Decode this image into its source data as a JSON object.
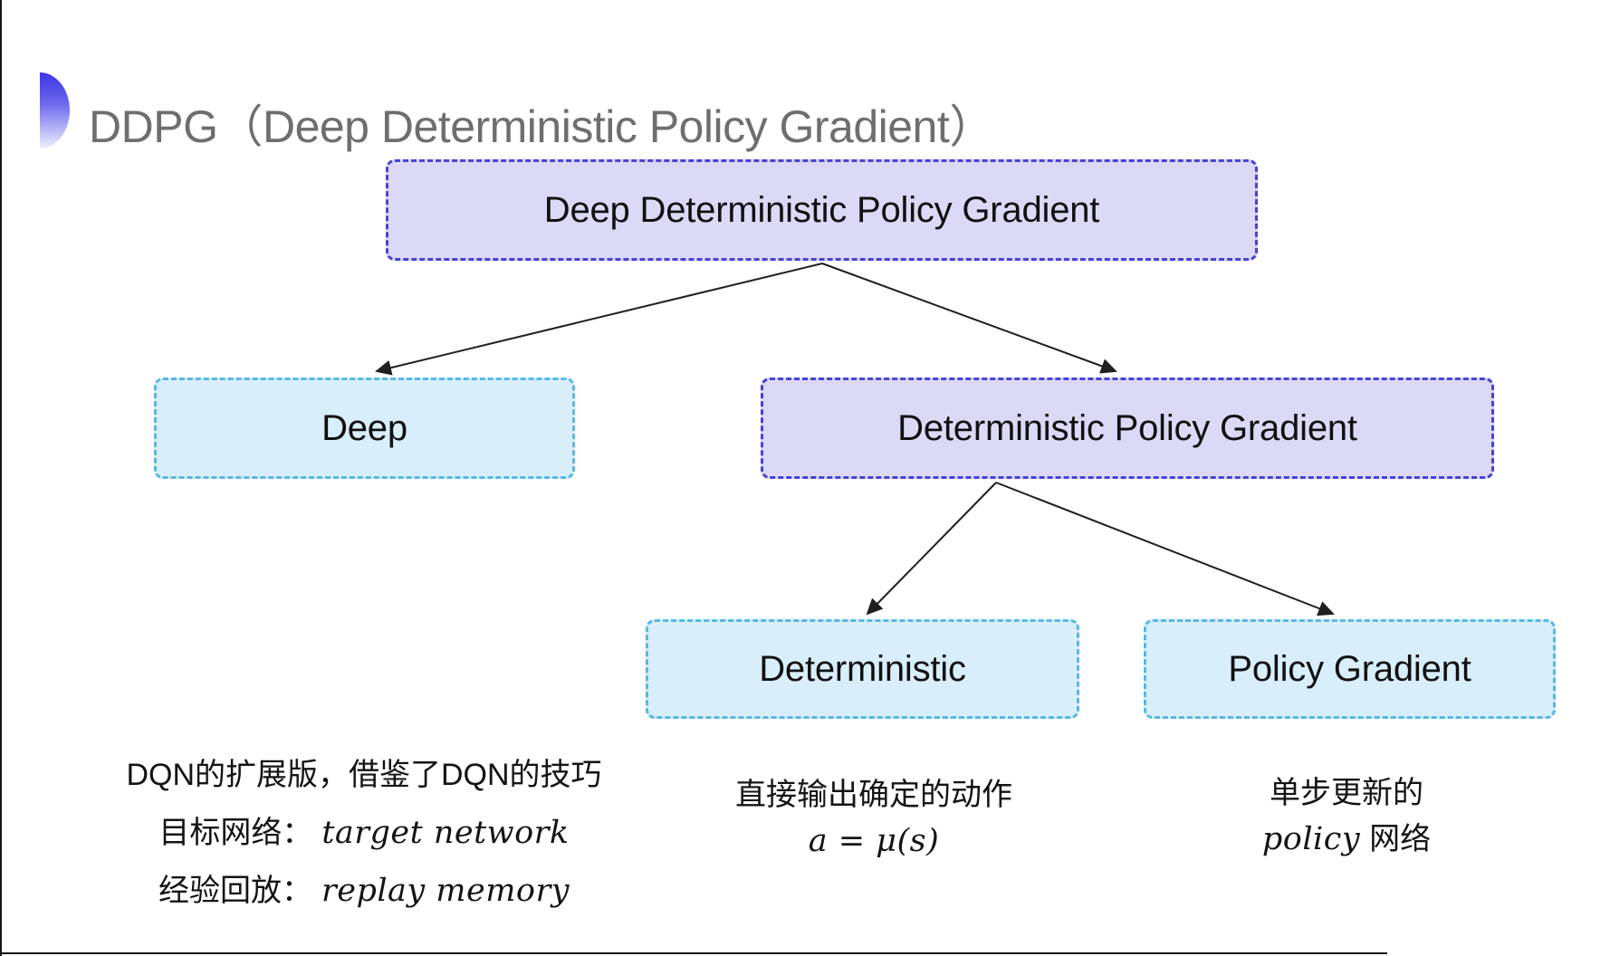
{
  "page": {
    "title": "DDPG（Deep Deterministic Policy Gradient）"
  },
  "diagram": {
    "nodes": [
      {
        "label": "Deep Deterministic Policy Gradient",
        "variant": "purple"
      },
      {
        "label": "Deep",
        "variant": "cyan"
      },
      {
        "label": "Deterministic Policy Gradient",
        "variant": "purple"
      },
      {
        "label": "Deterministic",
        "variant": "cyan"
      },
      {
        "label": "Policy Gradient",
        "variant": "cyan"
      }
    ]
  },
  "annotations": {
    "deep": {
      "line1": "DQN的扩展版，借鉴了DQN的技巧",
      "target_label": "目标网络：",
      "target_value": "target network",
      "replay_label": "经验回放：",
      "replay_value": "replay memory"
    },
    "deterministic": {
      "line1": "直接输出确定的动作",
      "equation": "a = μ(s)"
    },
    "policy_gradient": {
      "line1": "单步更新的",
      "word_italic": "policy",
      "word_rest": "网络"
    }
  },
  "colors": {
    "purple_fill": "#dcd9f7",
    "purple_border": "#4643d6",
    "cyan_fill": "#d9eefb",
    "cyan_border": "#57b7e6",
    "title_gray": "#6e6e6e",
    "accent_blue": "#3b35e3",
    "arrow": "#1f1f1f"
  }
}
